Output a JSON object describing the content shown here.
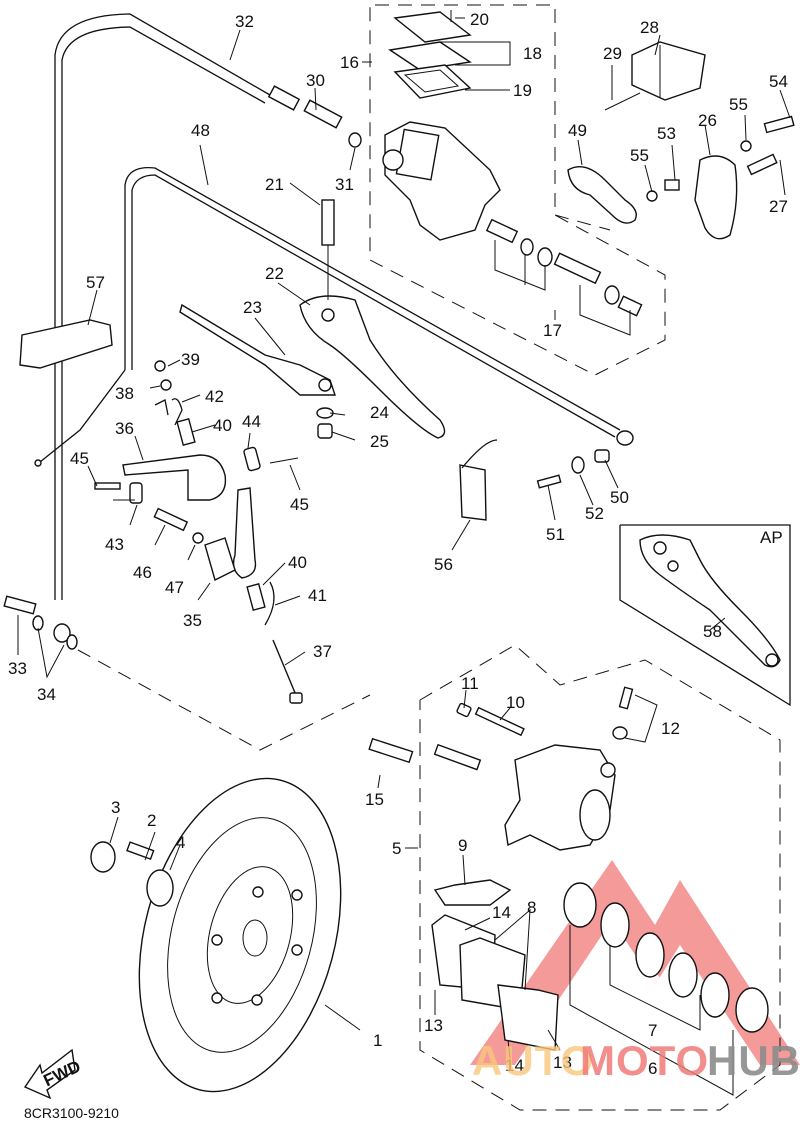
{
  "diagram": {
    "title_code": "8CR3100-9210",
    "direction_label": "FWD",
    "inset_label": "AP",
    "callouts": {
      "c1": "1",
      "c2": "2",
      "c3": "3",
      "c4": "4",
      "c5": "5",
      "c6": "6",
      "c7": "7",
      "c8": "8",
      "c9": "9",
      "c10": "10",
      "c11": "11",
      "c12": "12",
      "c13a": "13",
      "c13b": "13",
      "c14a": "14",
      "c14b": "14",
      "c15": "15",
      "c16": "16",
      "c17": "17",
      "c18": "18",
      "c19": "19",
      "c20": "20",
      "c21": "21",
      "c22": "22",
      "c23": "23",
      "c24": "24",
      "c25": "25",
      "c26": "26",
      "c27": "27",
      "c28": "28",
      "c29": "29",
      "c30": "30",
      "c31": "31",
      "c32": "32",
      "c33": "33",
      "c34": "34",
      "c35": "35",
      "c36": "36",
      "c37": "37",
      "c38": "38",
      "c39": "39",
      "c40a": "40",
      "c40b": "40",
      "c41": "41",
      "c42": "42",
      "c43": "43",
      "c44": "44",
      "c45a": "45",
      "c45b": "45",
      "c46": "46",
      "c47": "47",
      "c48": "48",
      "c49": "49",
      "c50": "50",
      "c51": "51",
      "c52": "52",
      "c53": "53",
      "c54": "54",
      "c55a": "55",
      "c55b": "55",
      "c56": "56",
      "c57": "57",
      "c58": "58"
    }
  },
  "watermark": {
    "part1": "AUTO",
    "part2": "MOTO",
    "part3": "HUB",
    "colors": {
      "auto": "#f9c77a",
      "moto": "#f07a78",
      "hub": "#8c8c8c",
      "triangle": "#f07a78"
    }
  }
}
